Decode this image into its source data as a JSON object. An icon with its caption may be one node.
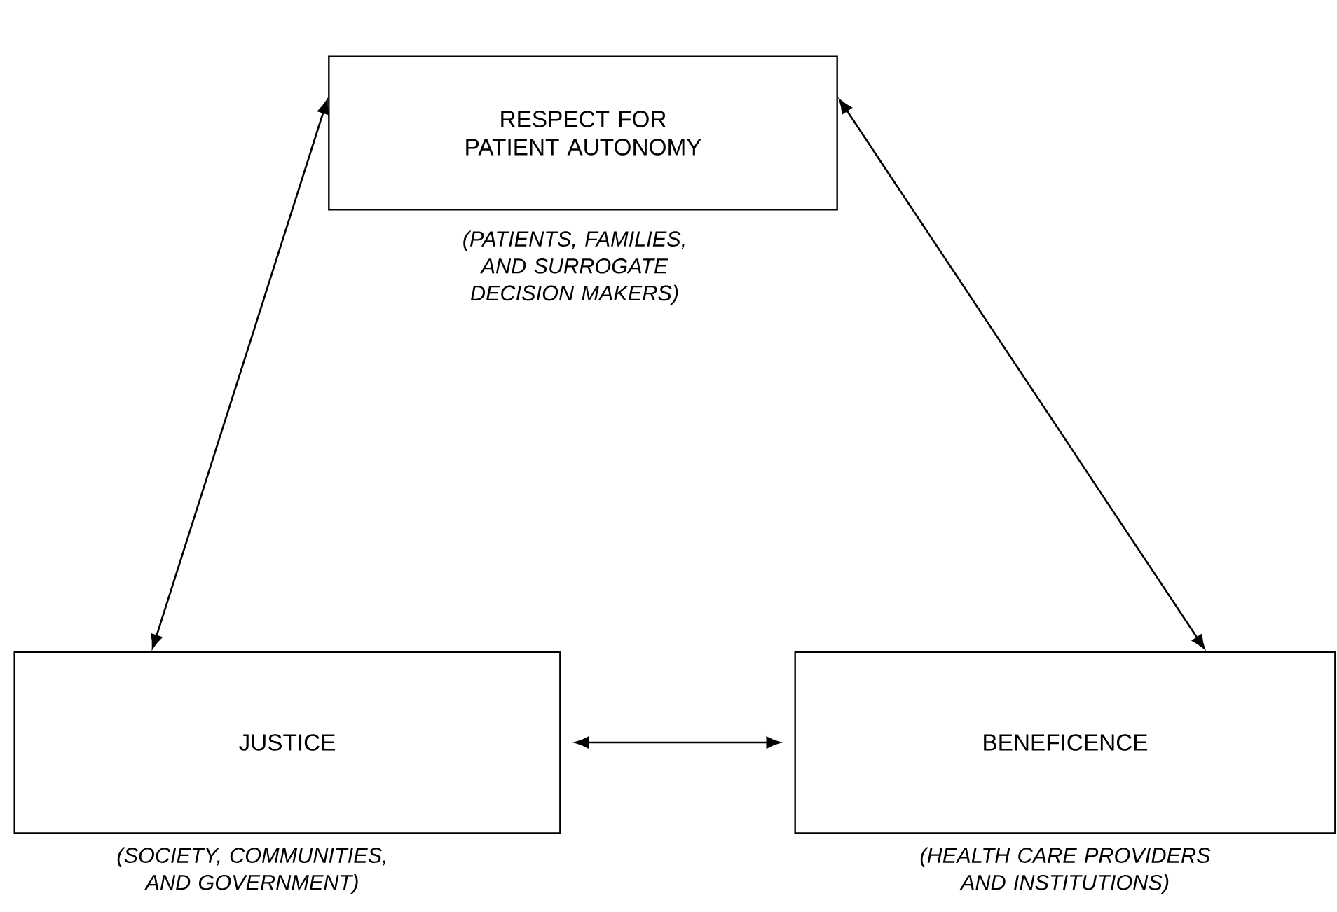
{
  "diagram": {
    "nodes": [
      {
        "text": [
          "RESPECT FOR PATIENT AUTONOMY"
        ],
        "beside": [
          "(PATIENTS, FAMILIES, AND SURROGATE DECISION MAKERS)"
        ]
      },
      {
        "text": [
          "JUSTICE"
        ],
        "beside": [
          "(SOCIETY, COMMUNITIES, AND GOVERNMENT)"
        ]
      },
      {
        "text": [
          "BENEFICENCE"
        ],
        "beside": [
          "(HEALTH CARE PROVIDERS AND INSTITUTIONS)"
        ]
      }
    ],
    "edges": [
      {
        "from": 0,
        "to": 1,
        "arrow": "both"
      },
      {
        "from": 0,
        "to": 2,
        "arrow": "both"
      },
      {
        "from": 1,
        "to": 2,
        "arrow": "both"
      }
    ]
  }
}
